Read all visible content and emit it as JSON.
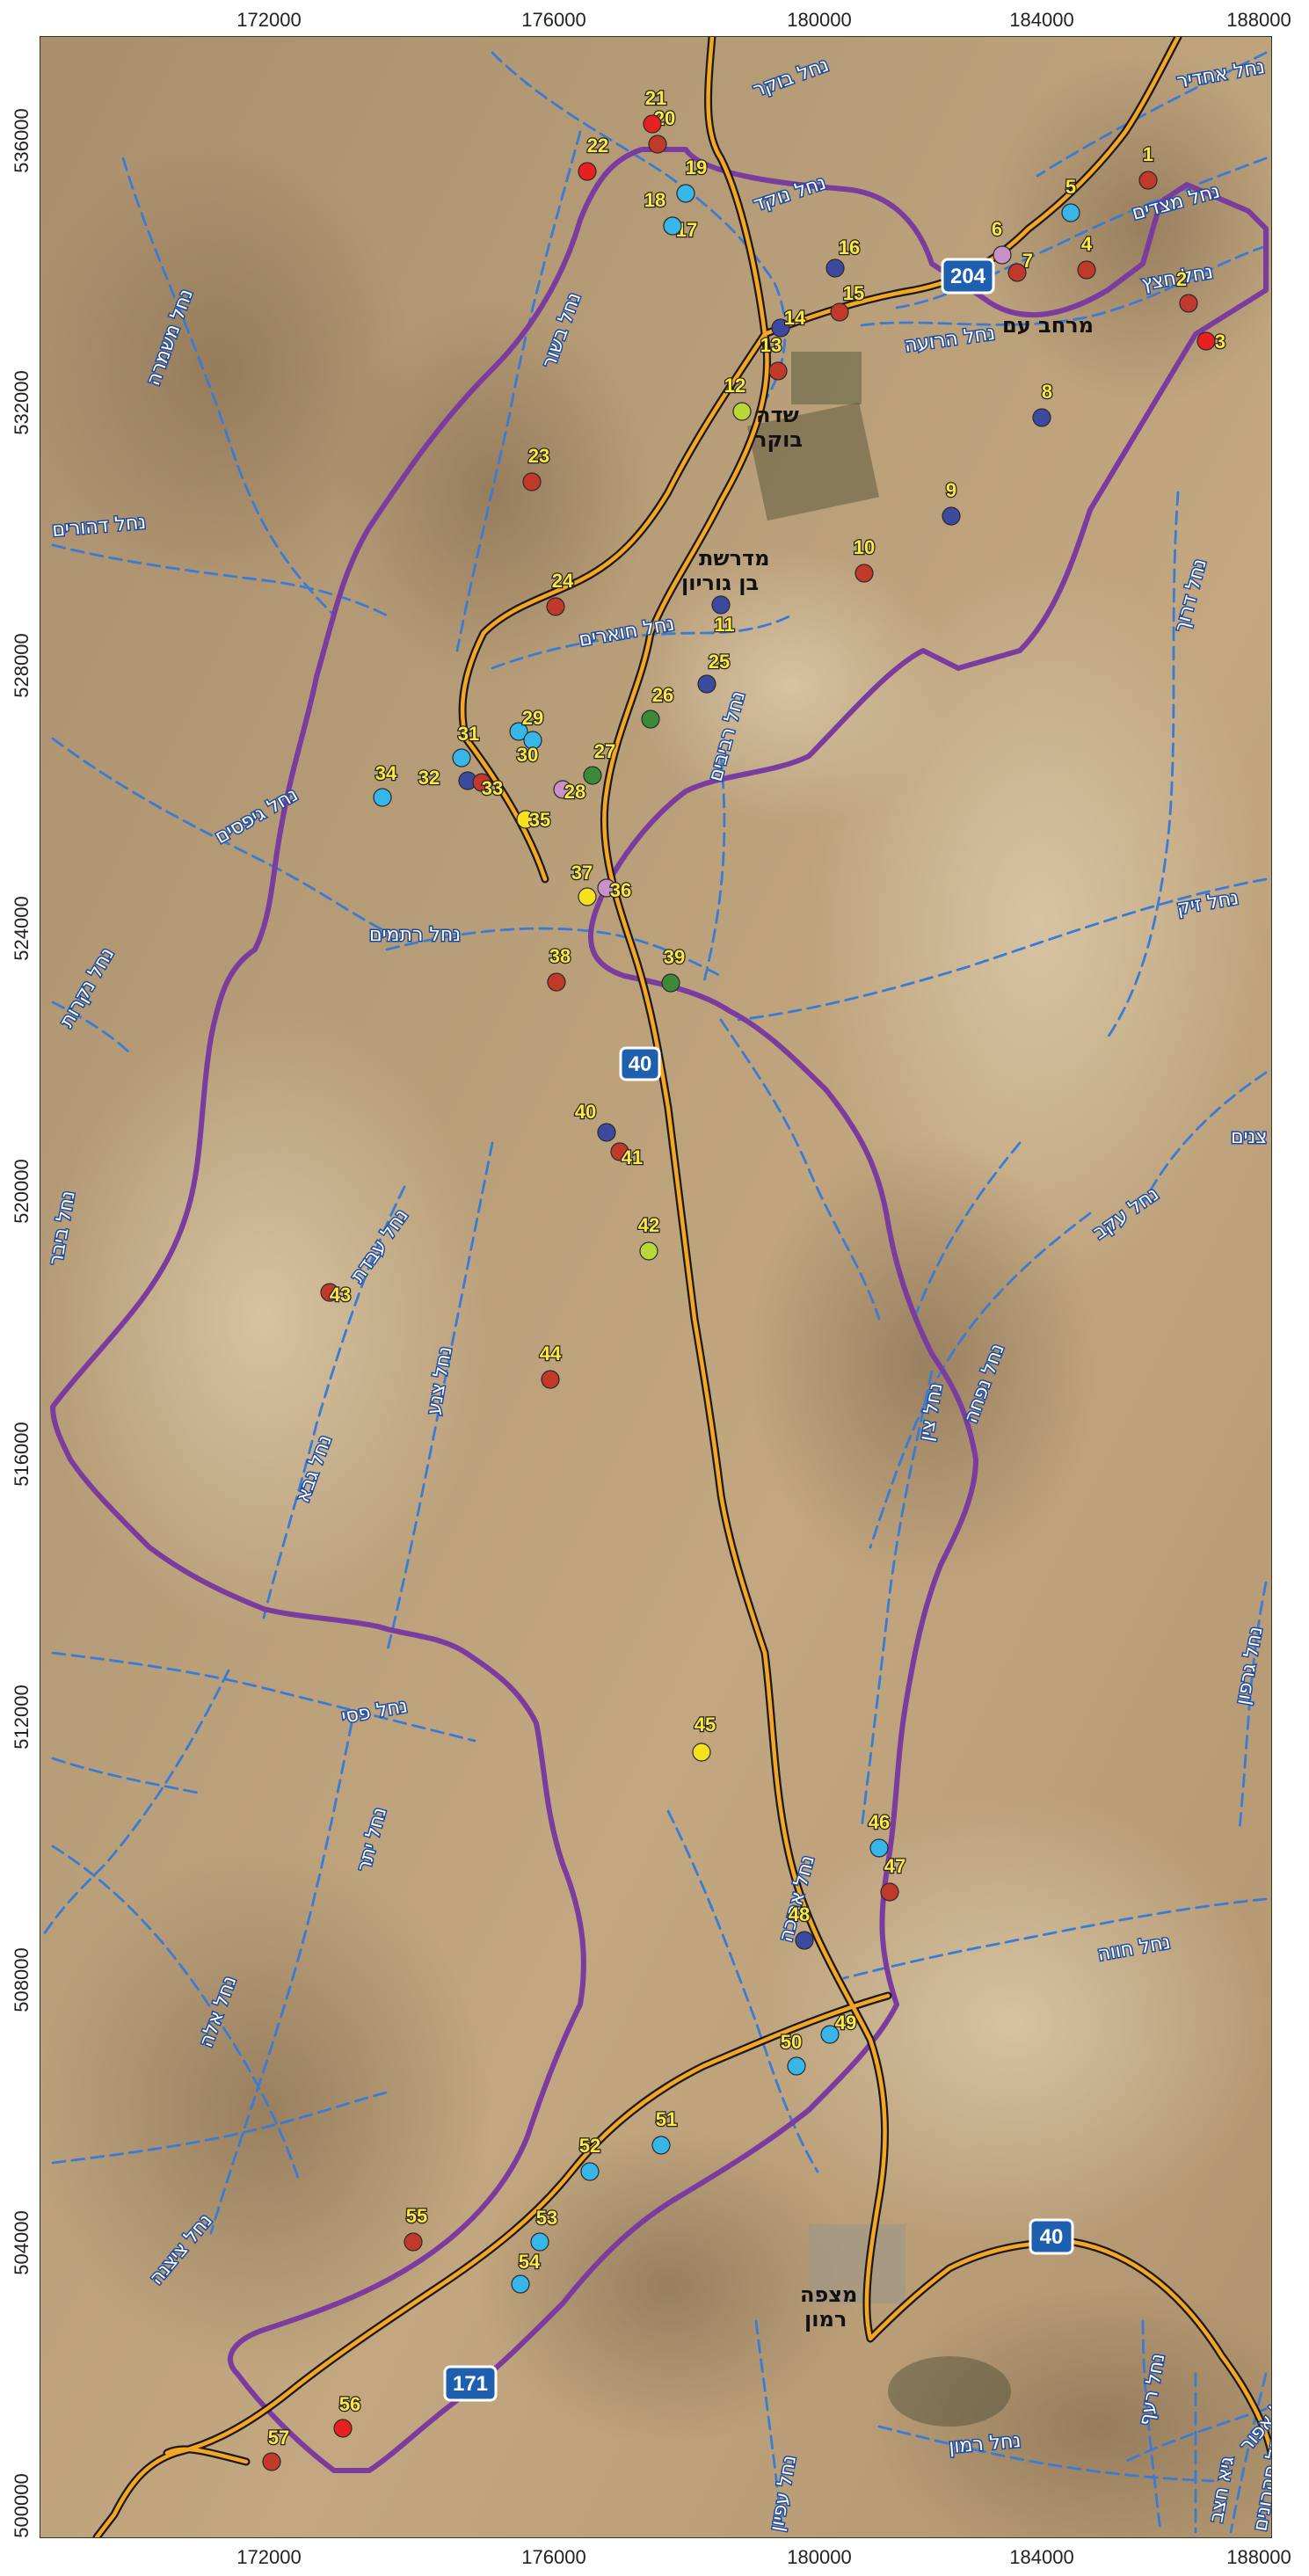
{
  "map": {
    "colors": {
      "boundary": "#7a3c9e",
      "road_fill": "#f5a623",
      "road_casing": "#1a1a1a",
      "stream": "#3a7bd5",
      "terrain": "#b59a74"
    },
    "x_ticks": [
      "172000",
      "176000",
      "180000",
      "184000",
      "188000"
    ],
    "y_ticks": [
      "536000",
      "532000",
      "528000",
      "524000",
      "520000",
      "516000",
      "512000",
      "508000",
      "504000",
      "500000"
    ],
    "places": [
      {
        "text": "מרחב עם"
      },
      {
        "text": "שדה"
      },
      {
        "text": "בוקר"
      },
      {
        "text": "מדרשת"
      },
      {
        "text": "בן גוריון"
      },
      {
        "text": "מצפה"
      },
      {
        "text": "רמון"
      }
    ],
    "road_shields": [
      {
        "text": "204"
      },
      {
        "text": "40"
      },
      {
        "text": "40"
      },
      {
        "text": "171"
      }
    ],
    "streams": [
      {
        "text": "נחל בוקר"
      },
      {
        "text": "נחל אחדיר"
      },
      {
        "text": "נחל נוקד"
      },
      {
        "text": "נחל מצדים"
      },
      {
        "text": "נחל חצץ"
      },
      {
        "text": "נחל הרועה"
      },
      {
        "text": "נחל משמרה"
      },
      {
        "text": "נחל בשור"
      },
      {
        "text": "נחל דהורים"
      },
      {
        "text": "נחל חוארים"
      },
      {
        "text": "נחל דרוך"
      },
      {
        "text": "נחל רביבים"
      },
      {
        "text": "נחל גיפסים"
      },
      {
        "text": "נחל רתמים"
      },
      {
        "text": "נחל זיק"
      },
      {
        "text": "נחל צנים"
      },
      {
        "text": "נחל נקרות"
      },
      {
        "text": "נחל עבדת"
      },
      {
        "text": "נחל צנע"
      },
      {
        "text": "נחל עקב"
      },
      {
        "text": "נחל נפחה"
      },
      {
        "text": "נחל צין"
      },
      {
        "text": "נחל גבא"
      },
      {
        "text": "נחל ביבר"
      },
      {
        "text": "נחל גרפון"
      },
      {
        "text": "נחל פסי"
      },
      {
        "text": "נחל יתר"
      },
      {
        "text": "נחל אלה"
      },
      {
        "text": "נחל אריכה"
      },
      {
        "text": "נחל חווה"
      },
      {
        "text": "נחל ציצנה"
      },
      {
        "text": "נחל רעף"
      },
      {
        "text": "נחל רמון"
      },
      {
        "text": "נחל אפור"
      },
      {
        "text": "גיא חצב"
      },
      {
        "text": "נחל עפיון"
      },
      {
        "text": "נחל סהרונים"
      }
    ],
    "points": [
      {
        "label": "1",
        "color": "#c0392b"
      },
      {
        "label": "2",
        "color": "#c0392b"
      },
      {
        "label": "3",
        "color": "#e8201f"
      },
      {
        "label": "4",
        "color": "#c0392b"
      },
      {
        "label": "5",
        "color": "#37b6e9"
      },
      {
        "label": "6",
        "color": "#c892c8"
      },
      {
        "label": "7",
        "color": "#c0392b"
      },
      {
        "label": "8",
        "color": "#3b4a9e"
      },
      {
        "label": "9",
        "color": "#3b4a9e"
      },
      {
        "label": "10",
        "color": "#c0392b"
      },
      {
        "label": "11",
        "color": "#3b4a9e"
      },
      {
        "label": "12",
        "color": "#b8d83a"
      },
      {
        "label": "13",
        "color": "#c0392b"
      },
      {
        "label": "14",
        "color": "#3b4a9e"
      },
      {
        "label": "15",
        "color": "#c0392b"
      },
      {
        "label": "16",
        "color": "#3b4a9e"
      },
      {
        "label": "17",
        "color": "#c0392b"
      },
      {
        "label": "18",
        "color": "#37b6e9"
      },
      {
        "label": "19",
        "color": "#37b6e9"
      },
      {
        "label": "20",
        "color": "#c0392b"
      },
      {
        "label": "21",
        "color": "#e8201f"
      },
      {
        "label": "22",
        "color": "#e8201f"
      },
      {
        "label": "23",
        "color": "#c0392b"
      },
      {
        "label": "24",
        "color": "#c0392b"
      },
      {
        "label": "25",
        "color": "#3b4a9e"
      },
      {
        "label": "26",
        "color": "#3a8a3a"
      },
      {
        "label": "27",
        "color": "#3a8a3a"
      },
      {
        "label": "28",
        "color": "#c892c8"
      },
      {
        "label": "29",
        "color": "#37b6e9"
      },
      {
        "label": "30",
        "color": "#37b6e9"
      },
      {
        "label": "31",
        "color": "#37b6e9"
      },
      {
        "label": "32",
        "color": "#3b4a9e"
      },
      {
        "label": "33",
        "color": "#c0392b"
      },
      {
        "label": "34",
        "color": "#37b6e9"
      },
      {
        "label": "35",
        "color": "#f5e11c"
      },
      {
        "label": "36",
        "color": "#c892c8"
      },
      {
        "label": "37",
        "color": "#f5e11c"
      },
      {
        "label": "38",
        "color": "#c0392b"
      },
      {
        "label": "39",
        "color": "#3a8a3a"
      },
      {
        "label": "40",
        "color": "#3b4a9e"
      },
      {
        "label": "41",
        "color": "#c0392b"
      },
      {
        "label": "42",
        "color": "#b8d83a"
      },
      {
        "label": "43",
        "color": "#c0392b"
      },
      {
        "label": "44",
        "color": "#c0392b"
      },
      {
        "label": "45",
        "color": "#f5e11c"
      },
      {
        "label": "46",
        "color": "#37b6e9"
      },
      {
        "label": "47",
        "color": "#c0392b"
      },
      {
        "label": "48",
        "color": "#3b4a9e"
      },
      {
        "label": "49",
        "color": "#37b6e9"
      },
      {
        "label": "50",
        "color": "#37b6e9"
      },
      {
        "label": "51",
        "color": "#37b6e9"
      },
      {
        "label": "52",
        "color": "#37b6e9"
      },
      {
        "label": "53",
        "color": "#37b6e9"
      },
      {
        "label": "54",
        "color": "#37b6e9"
      },
      {
        "label": "55",
        "color": "#c0392b"
      },
      {
        "label": "56",
        "color": "#e8201f"
      },
      {
        "label": "57",
        "color": "#c0392b"
      }
    ]
  }
}
